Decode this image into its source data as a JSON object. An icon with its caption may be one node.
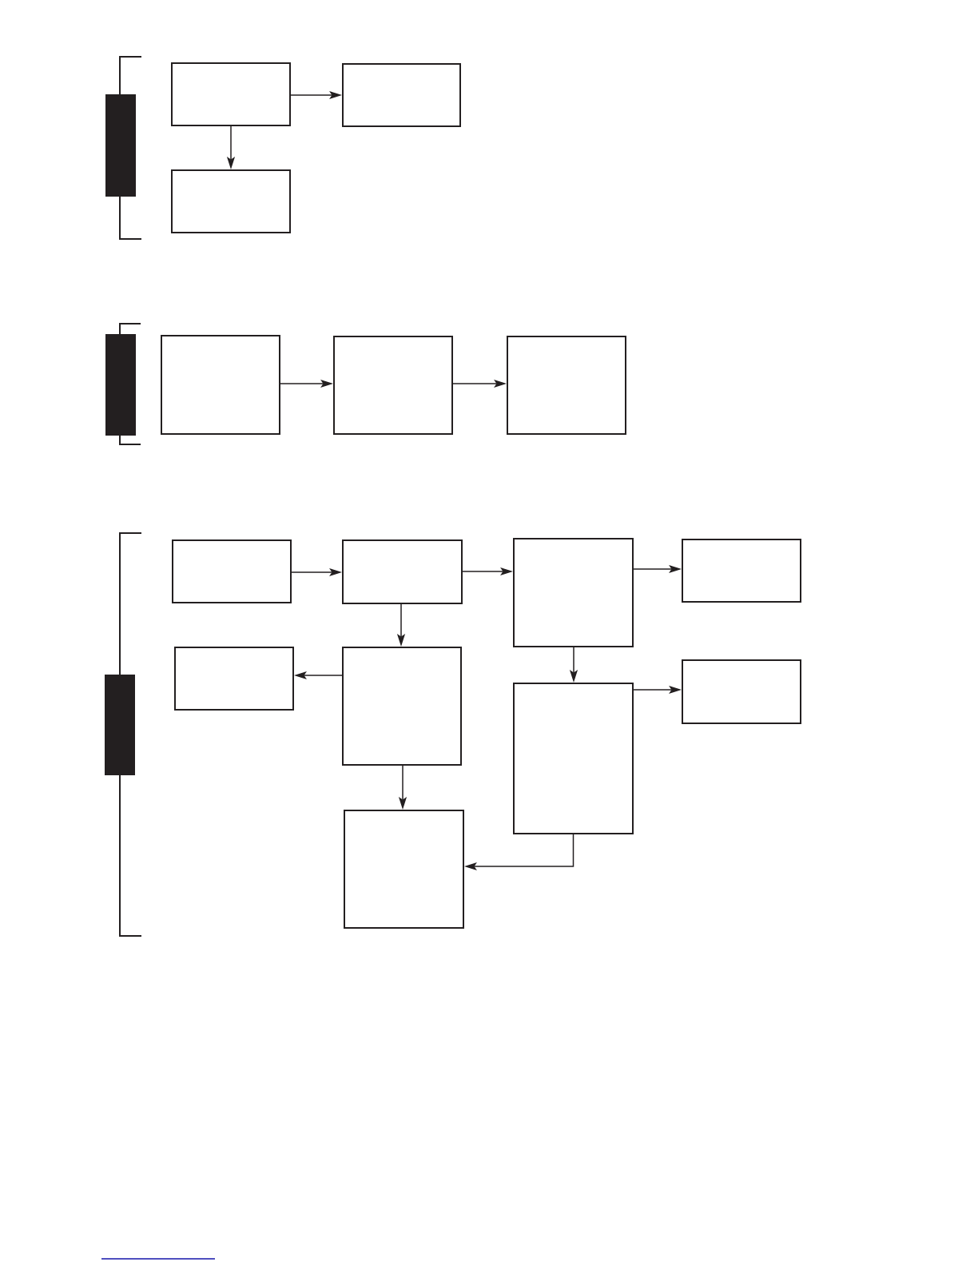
{
  "diagram": {
    "nodes": [
      {
        "text": [],
        "shape": "box"
      },
      {
        "text": [],
        "shape": "box"
      },
      {
        "text": [],
        "shape": "box"
      },
      {
        "text": [],
        "shape": "box"
      },
      {
        "text": [],
        "shape": "box"
      },
      {
        "text": [],
        "shape": "box"
      },
      {
        "text": [],
        "shape": "box"
      },
      {
        "text": [],
        "shape": "box"
      },
      {
        "text": [],
        "shape": "box"
      },
      {
        "text": [],
        "shape": "box"
      },
      {
        "text": [],
        "shape": "box"
      },
      {
        "text": [],
        "shape": "box"
      },
      {
        "text": [],
        "shape": "box"
      },
      {
        "text": [],
        "shape": "box"
      },
      {
        "text": [],
        "shape": "box"
      }
    ],
    "edges": [
      {
        "from": 0,
        "to": 1,
        "arrow": "to"
      },
      {
        "from": 0,
        "to": 2,
        "arrow": "to"
      },
      {
        "from": 3,
        "to": 4,
        "arrow": "to"
      },
      {
        "from": 4,
        "to": 5,
        "arrow": "to"
      },
      {
        "from": 6,
        "to": 7,
        "arrow": "to"
      },
      {
        "from": 7,
        "to": 8,
        "arrow": "to"
      },
      {
        "from": 8,
        "to": 9,
        "arrow": "to"
      },
      {
        "from": 7,
        "to": 11,
        "arrow": "to"
      },
      {
        "from": 11,
        "to": 10,
        "arrow": "to"
      },
      {
        "from": 8,
        "to": 13,
        "arrow": "to"
      },
      {
        "from": 13,
        "to": 12,
        "arrow": "to"
      },
      {
        "from": 11,
        "to": 14,
        "arrow": "to"
      },
      {
        "from": 13,
        "to": 14,
        "arrow": "to"
      }
    ]
  }
}
